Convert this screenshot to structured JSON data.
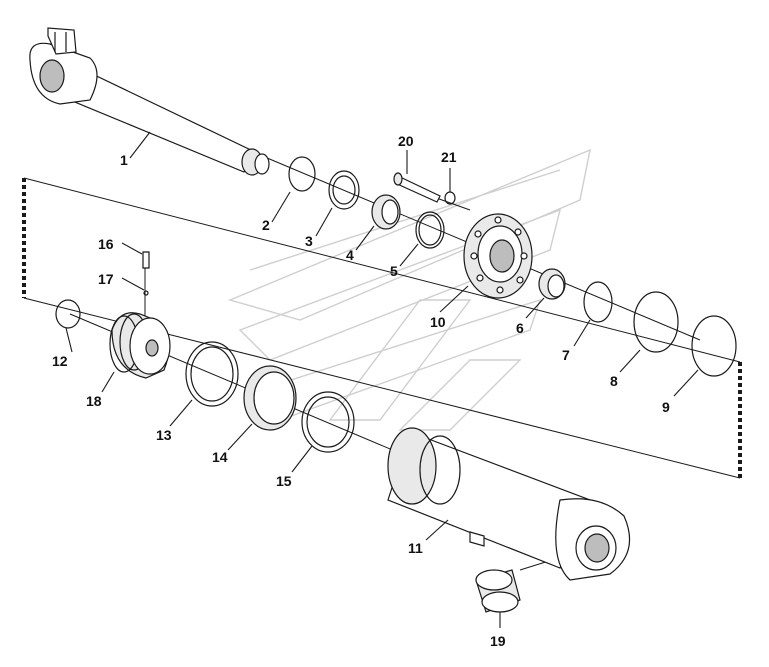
{
  "diagram": {
    "callouts": [
      {
        "label": "1"
      },
      {
        "label": "2"
      },
      {
        "label": "3"
      },
      {
        "label": "4"
      },
      {
        "label": "5"
      },
      {
        "label": "6"
      },
      {
        "label": "7"
      },
      {
        "label": "8"
      },
      {
        "label": "9"
      },
      {
        "label": "10"
      },
      {
        "label": "11"
      },
      {
        "label": "12"
      },
      {
        "label": "13"
      },
      {
        "label": "14"
      },
      {
        "label": "15"
      },
      {
        "label": "16"
      },
      {
        "label": "17"
      },
      {
        "label": "18"
      },
      {
        "label": "19"
      },
      {
        "label": "20"
      },
      {
        "label": "21"
      }
    ]
  },
  "colors": {
    "ink": "#1a1a1a",
    "watermark": "#cfcfcf",
    "background": "#ffffff"
  }
}
